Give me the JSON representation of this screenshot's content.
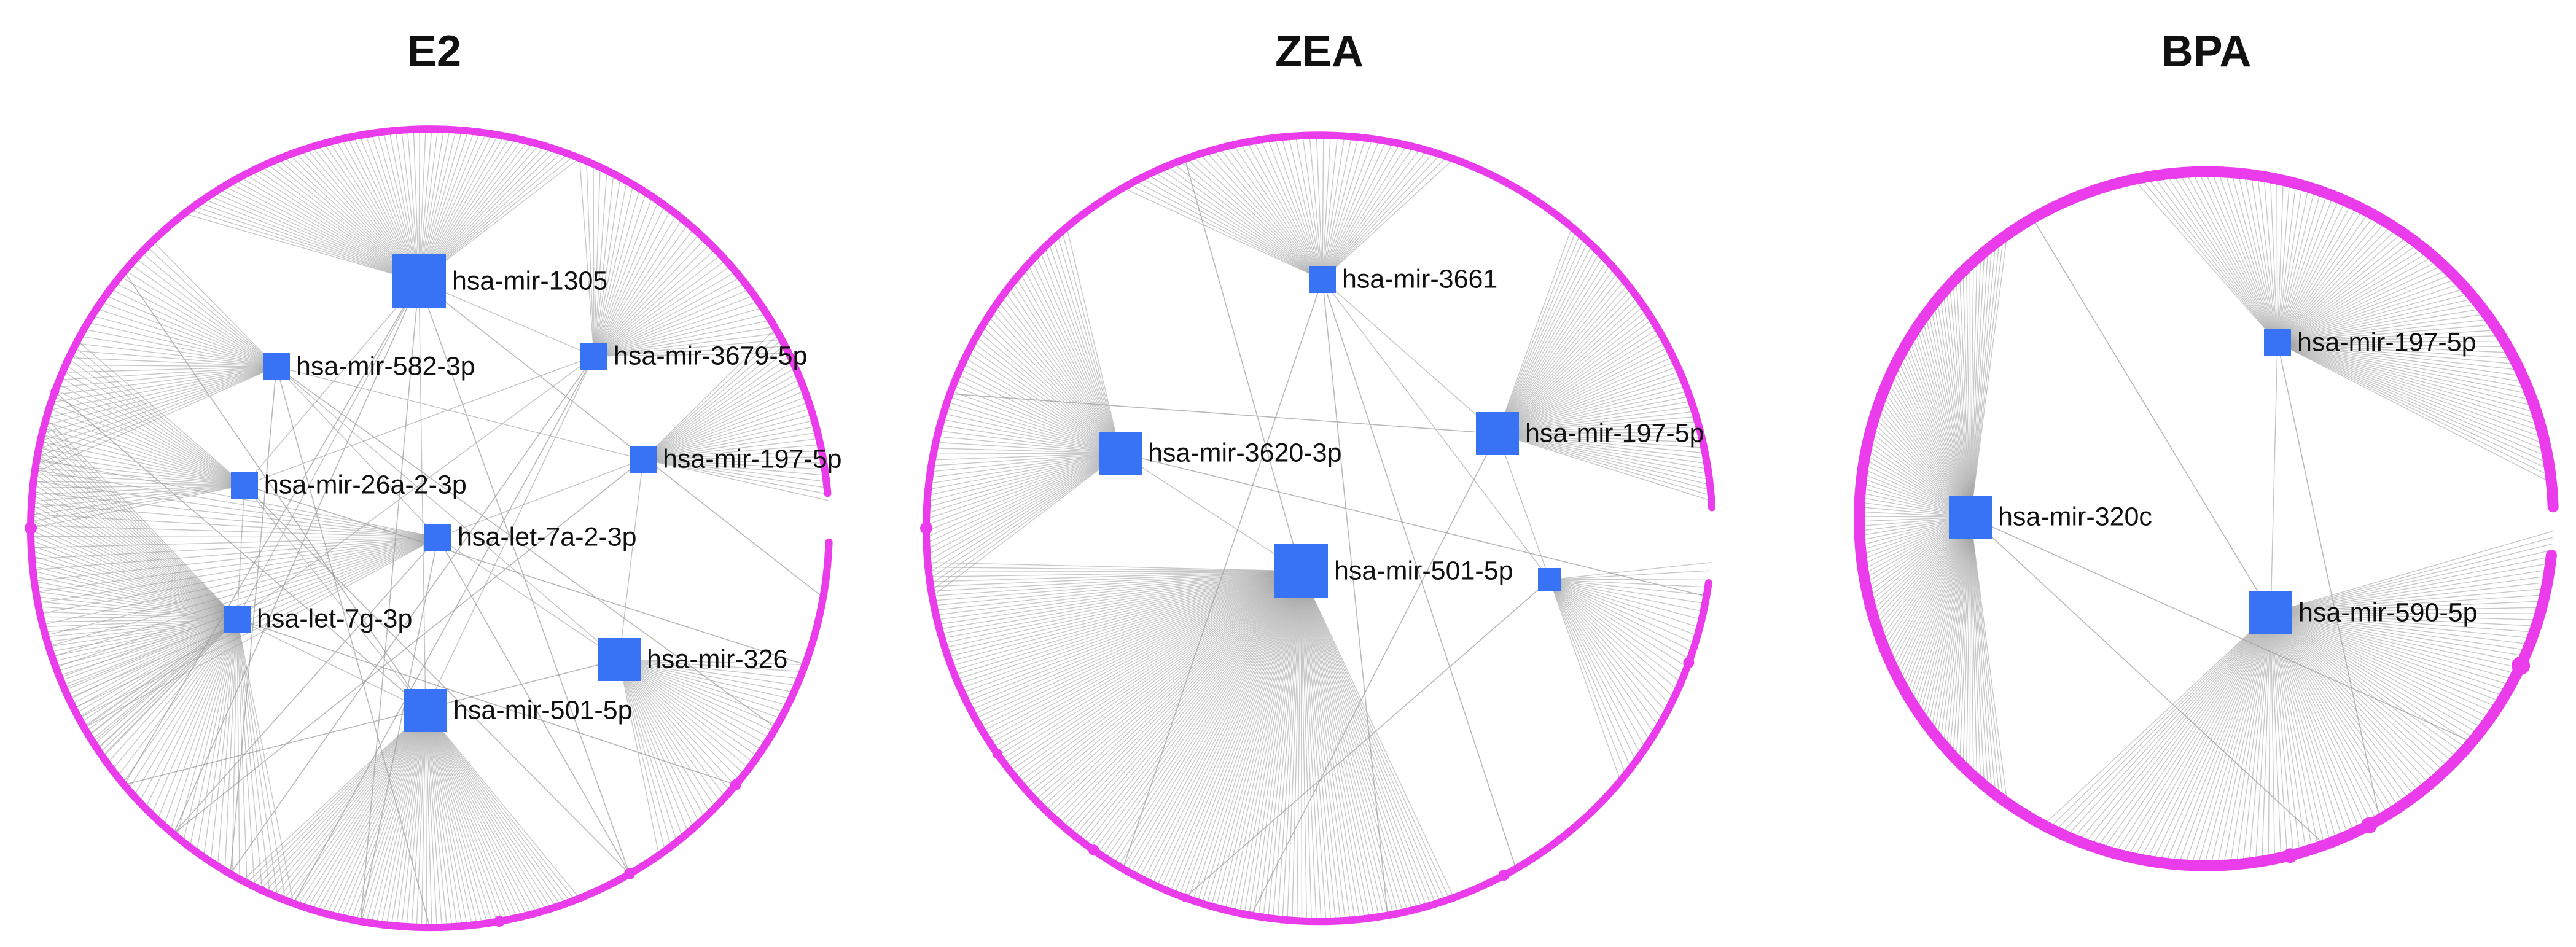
{
  "colors": {
    "ring": "#EB3CEB",
    "node": "#3873F5",
    "edge": "#9A9A9A",
    "label": "#111111"
  },
  "panels": [
    {
      "title": "E2",
      "mirnas": [
        {
          "label": "hsa-mir-1305",
          "size": "large"
        },
        {
          "label": "hsa-mir-582-3p",
          "size": "small"
        },
        {
          "label": "hsa-mir-3679-5p",
          "size": "small"
        },
        {
          "label": "hsa-mir-197-5p",
          "size": "small"
        },
        {
          "label": "hsa-mir-26a-2-3p",
          "size": "small"
        },
        {
          "label": "hsa-let-7a-2-3p",
          "size": "small"
        },
        {
          "label": "hsa-let-7g-3p",
          "size": "small"
        },
        {
          "label": "hsa-mir-326",
          "size": "medium"
        },
        {
          "label": "hsa-mir-501-5p",
          "size": "medium"
        }
      ]
    },
    {
      "title": "ZEA",
      "mirnas": [
        {
          "label": "hsa-mir-3661",
          "size": "small"
        },
        {
          "label": "hsa-mir-3620-3p",
          "size": "medium"
        },
        {
          "label": "hsa-mir-197-5p",
          "size": "medium"
        },
        {
          "label": "hsa-mir-501-5p",
          "size": "large"
        },
        {
          "label": "",
          "size": "tiny"
        }
      ]
    },
    {
      "title": "BPA",
      "mirnas": [
        {
          "label": "hsa-mir-197-5p",
          "size": "small"
        },
        {
          "label": "hsa-mir-320c",
          "size": "medium"
        },
        {
          "label": "hsa-mir-590-5p",
          "size": "medium"
        }
      ]
    }
  ]
}
